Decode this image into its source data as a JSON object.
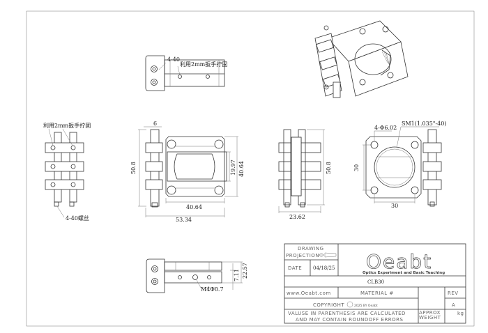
{
  "top_view": {
    "thread_label": "4-40",
    "note": "利用2mm扳手拧固"
  },
  "left_view": {
    "note": "利用2mm扳手拧固",
    "screw_label": "4-40螺丝"
  },
  "front_view": {
    "dim_rod_width": "6",
    "dim_height": "50.8",
    "dim_inner": "19.97",
    "dim_plate_height": "40.64",
    "dim_plate_width": "40.64",
    "dim_total_width": "53.34"
  },
  "side_view": {
    "dim_height": "50.8",
    "dim_width": "23.62"
  },
  "right_view": {
    "hole_label": "4-Φ6.02",
    "thread_label": "SM1(1.035\"-40)",
    "dim_vertical": "30",
    "dim_horizontal": "30"
  },
  "bottom_view": {
    "dim_total": "22.57",
    "dim_offset": "7.11",
    "thread_label": "M4Φ0.7"
  },
  "title_block": {
    "drawing_projection_line1": "DRAWING",
    "drawing_projection_line2": "PROJECTION",
    "date_label": "DATE",
    "date_value": "04/18/25",
    "logo_text": "Oeabt",
    "logo_tagline": "Optics Experiment and Basic Teaching",
    "part_number": "CLB30",
    "website": "www.Oeabt.com",
    "material_label": "MATERIAL #",
    "rev_label": "REV",
    "rev_value": "A",
    "copyright": "COPYRIGHT",
    "copyright_year": "2025 BY Oeabt",
    "note_line1": "VALUSE IN PARENTHESIS ARE CALCULATED",
    "note_line2": "AND MAY CONTAIN ROUNDOFF ERRORS",
    "weight_label_line1": "APPROX",
    "weight_label_line2": "WEIGHT",
    "weight_unit": "kg"
  }
}
